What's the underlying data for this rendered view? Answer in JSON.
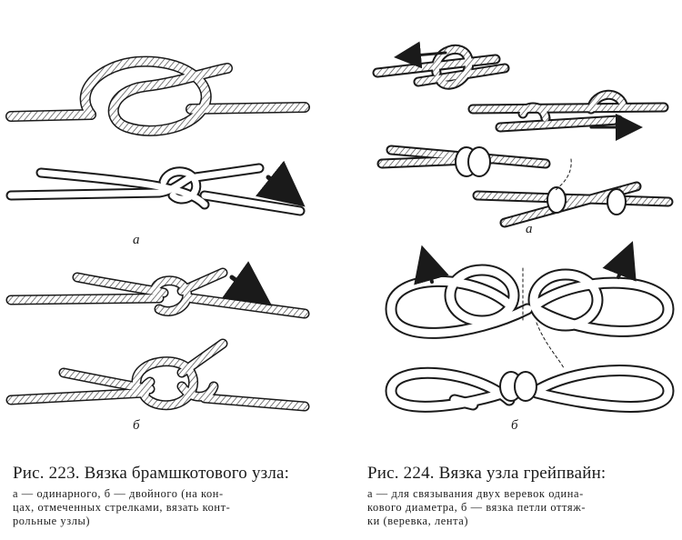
{
  "figure_223": {
    "label_a": "а",
    "label_b": "б",
    "caption_title": "Рис. 223. Вязка брамшкотового узла:",
    "caption_line1": "а — одинарного, б — двойного (на кон-",
    "caption_line2": "цах, отмеченных стрелками, вязать конт-",
    "caption_line3": "рольные узлы)"
  },
  "figure_224": {
    "label_a": "а",
    "label_b": "б",
    "caption_title": "Рис. 224. Вязка узла грейпвайн:",
    "caption_line1": "а — для связывания двух веревок одина-",
    "caption_line2": "кового диаметра, б — вязка петли оттяж-",
    "caption_line3": "ки (веревка, лента)"
  },
  "colors": {
    "ink": "#1a1a1a",
    "rope_fill": "#ffffff",
    "hatch": "#555555"
  }
}
